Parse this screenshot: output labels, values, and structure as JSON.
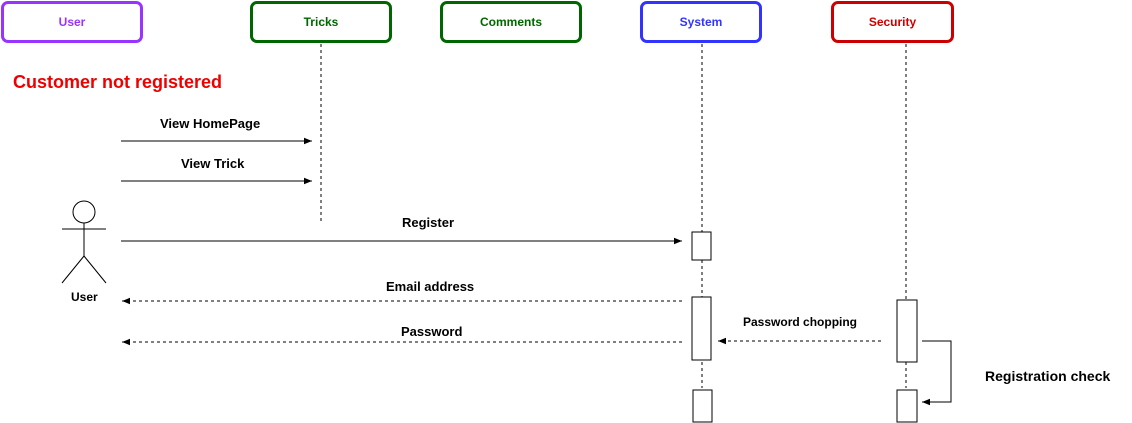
{
  "lifelines": [
    {
      "key": "user",
      "label": "User",
      "color": "#9933ff"
    },
    {
      "key": "tricks",
      "label": "Tricks",
      "color": "#006600"
    },
    {
      "key": "comments",
      "label": "Comments",
      "color": "#006600"
    },
    {
      "key": "system",
      "label": "System",
      "color": "#3333ff"
    },
    {
      "key": "security",
      "label": "Security",
      "color": "#cc0000"
    }
  ],
  "section_title": {
    "text": "Customer not registered",
    "color": "#ee0000"
  },
  "actor": {
    "label": "User"
  },
  "messages": {
    "view_homepage": "View HomePage",
    "view_trick": "View Trick",
    "register": "Register",
    "email_address": "Email address",
    "password": "Password",
    "password_chopping": "Password chopping",
    "registration_check": "Registration check"
  }
}
